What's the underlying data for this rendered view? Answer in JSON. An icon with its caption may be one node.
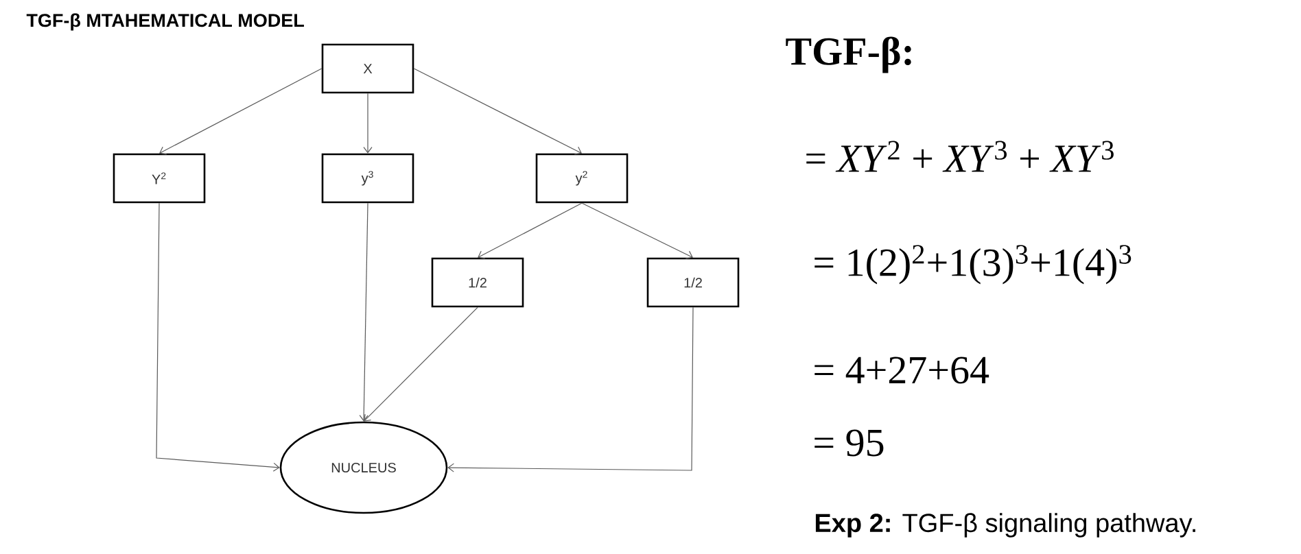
{
  "diagram": {
    "title": "TGF-β MTAHEMATICAL MODEL",
    "caption": "**Exp 2:** TGF-β signaling pathway.",
    "nodes": [
      {
        "text": [
          "X"
        ]
      },
      {
        "text": [
          "Y$^{2}$"
        ]
      },
      {
        "text": [
          "y$^{3}$"
        ]
      },
      {
        "text": [
          "y$^{2}$"
        ]
      },
      {
        "text": [
          "1/2"
        ]
      },
      {
        "text": [
          "1/2"
        ]
      },
      {
        "text": [
          "NUCLEUS"
        ]
      }
    ],
    "edges": [
      {
        "from": 0,
        "to": 1,
        "arrow": "to"
      },
      {
        "from": 0,
        "to": 2,
        "arrow": "to"
      },
      {
        "from": 0,
        "to": 3,
        "arrow": "to"
      },
      {
        "from": 3,
        "to": 4,
        "arrow": "to"
      },
      {
        "from": 3,
        "to": 5,
        "arrow": "to"
      },
      {
        "from": 1,
        "to": 6,
        "arrow": "to"
      },
      {
        "from": 2,
        "to": 6,
        "arrow": "to"
      },
      {
        "from": 4,
        "to": 6,
        "arrow": "to"
      },
      {
        "from": 5,
        "to": 6,
        "arrow": "to"
      }
    ],
    "labels": [
      "TGF-β:",
      "= *XY*$^{2}$ + *XY*$^{3}$ + *XY*$^{3}$",
      "= 1(2)$^{2}$+1(3)$^{3}$+1(4)$^{3}$",
      "= 4+27+64",
      "= 95"
    ]
  }
}
